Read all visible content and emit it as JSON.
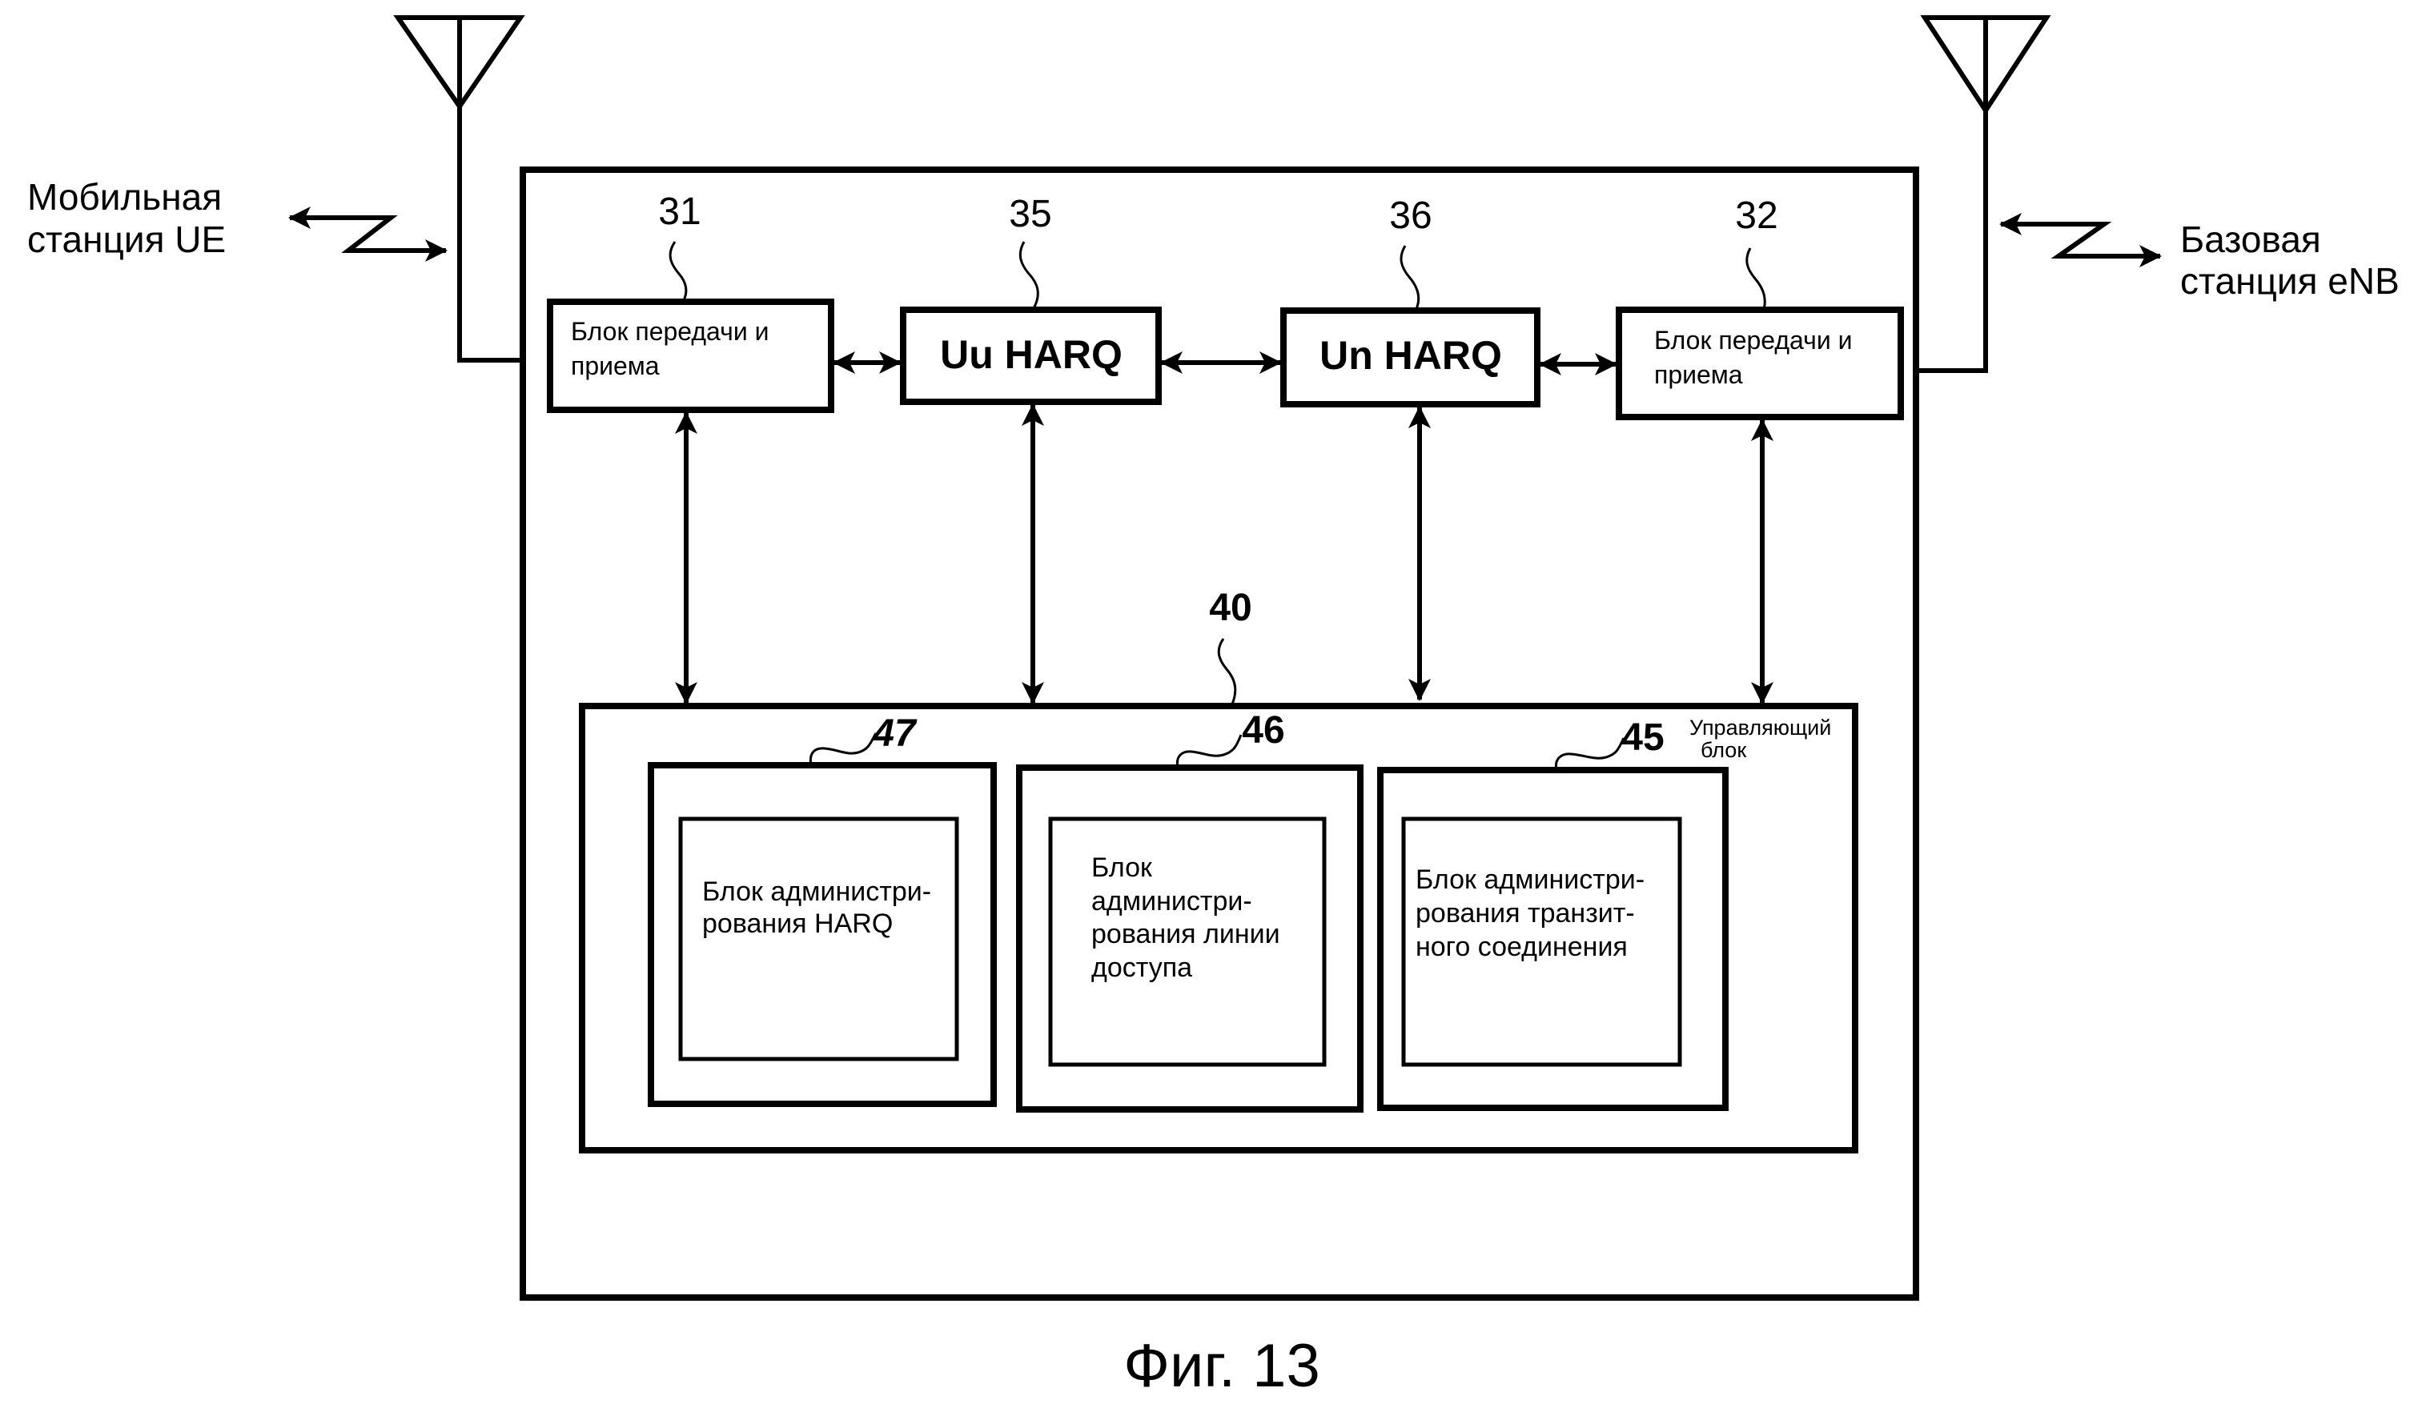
{
  "figure": {
    "caption": "Фиг. 13"
  },
  "external": {
    "mobile_station": [
      "Мобильная",
      "станция UE"
    ],
    "base_station": [
      "Базовая",
      "станция eNB"
    ]
  },
  "blocks": {
    "tx_rx_ue": {
      "ref": "31",
      "lines": [
        "Блок передачи и",
        "приема"
      ]
    },
    "uu_harq": {
      "ref": "35",
      "label": "Uu HARQ"
    },
    "un_harq": {
      "ref": "36",
      "label": "Un HARQ"
    },
    "tx_rx_enb": {
      "ref": "32",
      "lines": [
        "Блок передачи и",
        "приема"
      ]
    },
    "control": {
      "ref": "40",
      "lines": [
        "Управляющий",
        "блок"
      ],
      "units": [
        {
          "ref": "47",
          "lines": [
            "Блок администри-",
            "рования HARQ"
          ]
        },
        {
          "ref": "46",
          "lines": [
            "Блок",
            "администри-",
            "рования линии",
            "доступа"
          ]
        },
        {
          "ref": "45",
          "lines": [
            "Блок администри-",
            "рования транзит-",
            "ного соединения"
          ]
        }
      ]
    }
  },
  "icons": {
    "antenna_left": "antenna-icon",
    "antenna_right": "antenna-icon",
    "radio_link_left": "radio-link-icon",
    "radio_link_right": "radio-link-icon"
  }
}
